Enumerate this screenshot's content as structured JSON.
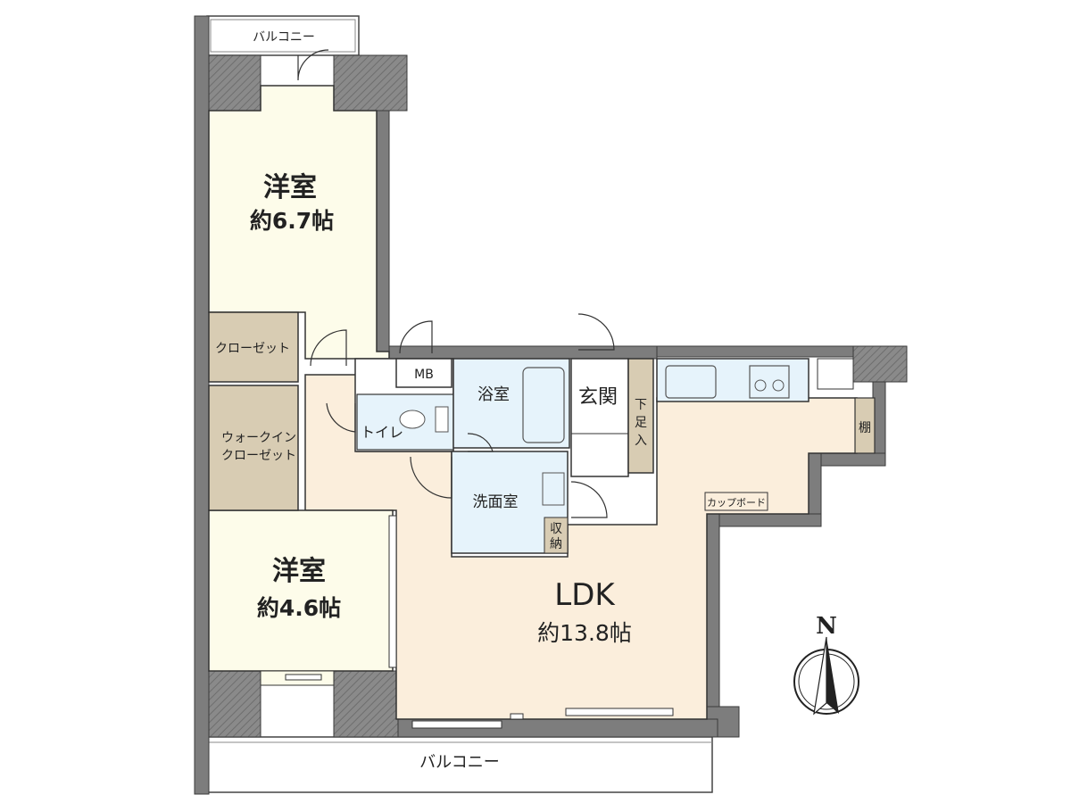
{
  "rooms": {
    "western_room_upper": {
      "name": "洋室",
      "size": "約6.7帖"
    },
    "western_room_lower": {
      "name": "洋室",
      "size": "約4.6帖"
    },
    "ldk": {
      "name": "LDK",
      "size": "約13.8帖"
    },
    "closet": {
      "name": "クローゼット"
    },
    "walk_in_closet": {
      "line1": "ウォークイン",
      "line2": "クローゼット"
    },
    "mb": {
      "name": "MB"
    },
    "toilet": {
      "name": "トイレ"
    },
    "bathroom": {
      "name": "浴室"
    },
    "entrance": {
      "name": "玄関"
    },
    "shoe_storage": {
      "chars": [
        "下",
        "足",
        "入"
      ]
    },
    "washroom": {
      "name": "洗面室"
    },
    "storage": {
      "chars": [
        "収",
        "納"
      ]
    },
    "shelf": {
      "name": "棚"
    },
    "cupboard": {
      "name": "カップボード"
    }
  },
  "balconies": {
    "upper": "バルコニー",
    "lower": "バルコニー"
  },
  "compass": {
    "north": "N"
  },
  "colors": {
    "wall": "#7d7d7d",
    "wall_edge": "#3a3a3a",
    "bedroom_floor": "#fdfcea",
    "ldk_floor": "#fbeedc",
    "wet_area": "#e6f3fb",
    "closet_floor": "#d8ccb3",
    "outline": "#333333"
  }
}
